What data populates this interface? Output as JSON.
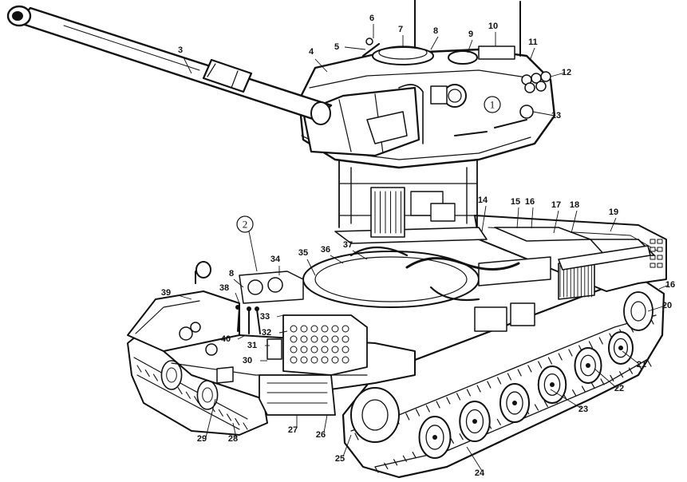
{
  "diagram": {
    "parts": [
      {
        "id": "p1",
        "text": "1"
      },
      {
        "id": "p2",
        "text": "2"
      },
      {
        "id": "p3",
        "text": "3"
      },
      {
        "id": "p4",
        "text": "4"
      },
      {
        "id": "p5",
        "text": "5"
      },
      {
        "id": "p6",
        "text": "6"
      },
      {
        "id": "p7",
        "text": "7"
      },
      {
        "id": "p8a",
        "text": "8"
      },
      {
        "id": "p8b",
        "text": "8"
      },
      {
        "id": "p9",
        "text": "9"
      },
      {
        "id": "p10",
        "text": "10"
      },
      {
        "id": "p11",
        "text": "11"
      },
      {
        "id": "p12",
        "text": "12"
      },
      {
        "id": "p13",
        "text": "13"
      },
      {
        "id": "p14",
        "text": "14"
      },
      {
        "id": "p15",
        "text": "15"
      },
      {
        "id": "p16a",
        "text": "16"
      },
      {
        "id": "p16b",
        "text": "16"
      },
      {
        "id": "p17",
        "text": "17"
      },
      {
        "id": "p18",
        "text": "18"
      },
      {
        "id": "p19",
        "text": "19"
      },
      {
        "id": "p20",
        "text": "20"
      },
      {
        "id": "p21",
        "text": "21"
      },
      {
        "id": "p22",
        "text": "22"
      },
      {
        "id": "p23",
        "text": "23"
      },
      {
        "id": "p24",
        "text": "24"
      },
      {
        "id": "p25",
        "text": "25"
      },
      {
        "id": "p26",
        "text": "26"
      },
      {
        "id": "p27",
        "text": "27"
      },
      {
        "id": "p28",
        "text": "28"
      },
      {
        "id": "p29",
        "text": "29"
      },
      {
        "id": "p30",
        "text": "30"
      },
      {
        "id": "p31",
        "text": "31"
      },
      {
        "id": "p32",
        "text": "32"
      },
      {
        "id": "p33",
        "text": "33"
      },
      {
        "id": "p34",
        "text": "34"
      },
      {
        "id": "p35",
        "text": "35"
      },
      {
        "id": "p36",
        "text": "36"
      },
      {
        "id": "p37",
        "text": "37"
      },
      {
        "id": "p38",
        "text": "38"
      },
      {
        "id": "p39",
        "text": "39"
      },
      {
        "id": "p40",
        "text": "40"
      }
    ],
    "section_markers": [
      {
        "id": "s1",
        "text": "1"
      },
      {
        "id": "s2",
        "text": "2"
      }
    ]
  }
}
